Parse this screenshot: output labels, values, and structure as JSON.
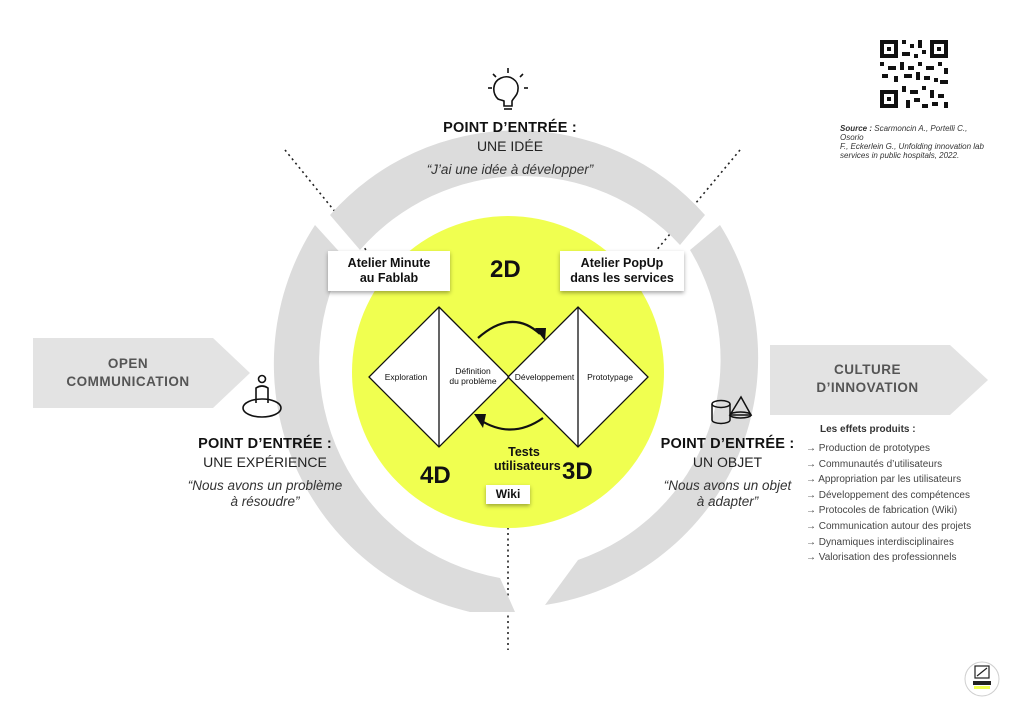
{
  "colors": {
    "accent": "#f0ff50",
    "ring_gray": "#dcdcdc",
    "arrow_gray": "#e6e6e6"
  },
  "top": {
    "icon": "lightbulb-icon",
    "title": "POINT D’ENTRÉE :",
    "subtitle": "UNE IDÉE",
    "quote": "“J’ai une idée à développer”"
  },
  "left": {
    "icon": "person-icon",
    "title": "POINT D’ENTRÉE :",
    "subtitle": "UNE EXPÉRIENCE",
    "quote_line1": "“Nous avons un problème",
    "quote_line2": "à résoudre”"
  },
  "right": {
    "icon": "object-shapes-icon",
    "title": "POINT D’ENTRÉE :",
    "subtitle": "UN OBJET",
    "quote_line1": "“Nous avons un objet",
    "quote_line2": "à adapter”"
  },
  "left_arrow": {
    "line1": "OPEN",
    "line2": "COMMUNICATION"
  },
  "right_arrow": {
    "line1": "CULTURE",
    "line2": "D’INNOVATION"
  },
  "boxes": {
    "atelier_minute_l1": "Atelier Minute",
    "atelier_minute_l2": "au Fablab",
    "atelier_popup_l1": "Atelier PopUp",
    "atelier_popup_l2": "dans les services",
    "tests_l1": "Tests",
    "tests_l2": "utilisateurs",
    "wiki": "Wiki"
  },
  "dimensions": {
    "d2": "2D",
    "d3": "3D",
    "d4": "4D"
  },
  "diamonds": {
    "exploration": "Exploration",
    "definition_l1": "Définition",
    "definition_l2": "du problème",
    "developpement": "Développement",
    "prototypage": "Prototypage"
  },
  "effects": {
    "title": "Les effets produits :",
    "items": [
      "→ Production de prototypes",
      "→ Communautés d’utilisateurs",
      "→ Appropriation par les utilisateurs",
      "→ Développement des compétences",
      "→ Protocoles de fabrication (Wiki)",
      "→ Communication autour des projets",
      "→ Dynamiques interdisciplinaires",
      "→ Valorisation des professionnels"
    ]
  },
  "source": {
    "label": "Source :",
    "line1": "Scarmoncin A., Portelli C., Osorio",
    "line2": "F., Eckerlein G., Unfolding innovation lab",
    "line3": "services in public hospitals, 2022."
  }
}
